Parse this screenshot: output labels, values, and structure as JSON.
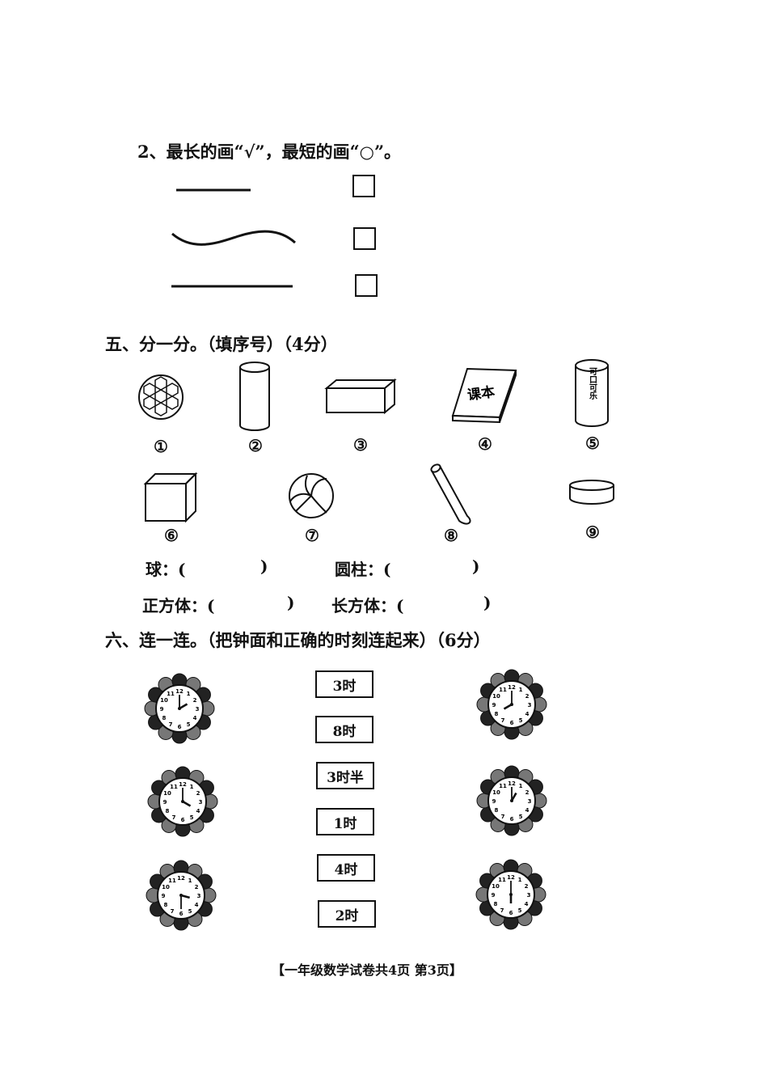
{
  "q2": {
    "title": "2、最长的画“√”，最短的画“○”。"
  },
  "section5": {
    "title": "五、分一分。（填序号）（4分）",
    "items": [
      {
        "num": "①",
        "icon": "soccer-ball"
      },
      {
        "num": "②",
        "icon": "cylinder"
      },
      {
        "num": "③",
        "icon": "cuboid"
      },
      {
        "num": "④",
        "icon": "textbook",
        "label": "课本"
      },
      {
        "num": "⑤",
        "icon": "cola-can",
        "label": "可口可乐"
      },
      {
        "num": "⑥",
        "icon": "cube"
      },
      {
        "num": "⑦",
        "icon": "volleyball"
      },
      {
        "num": "⑧",
        "icon": "stick-cylinder"
      },
      {
        "num": "⑨",
        "icon": "short-cylinder"
      }
    ],
    "answers": {
      "ball": "球：(",
      "cylinder": "圆柱：(",
      "cube": "正方体：(",
      "cuboid": "长方体：(",
      "close": ")"
    }
  },
  "section6": {
    "title": "六、连一连。（把钟面和正确的时刻连起来）（6分）",
    "times": [
      "3时",
      "8时",
      "3时半",
      "1时",
      "4时",
      "2时"
    ]
  },
  "footer": {
    "text": "【一年级数学试卷共4页    第3页】"
  }
}
